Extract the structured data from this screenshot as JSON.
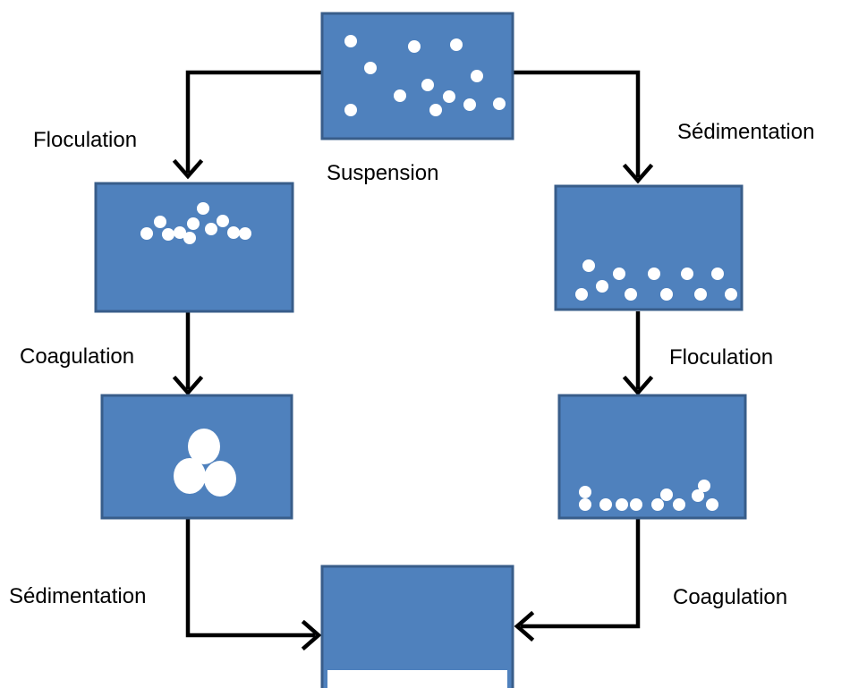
{
  "labels": {
    "suspension": "Suspension",
    "left_step1": "Floculation",
    "left_step2": "Coagulation",
    "left_step3": "Sédimentation",
    "right_step1": "Sédimentation",
    "right_step2": "Floculation",
    "right_step3": "Coagulation"
  },
  "colors": {
    "box_fill": "#4f81bd",
    "box_border": "#385d8a",
    "particles": "#ffffff",
    "arrows": "#000000",
    "text": "#000000"
  }
}
